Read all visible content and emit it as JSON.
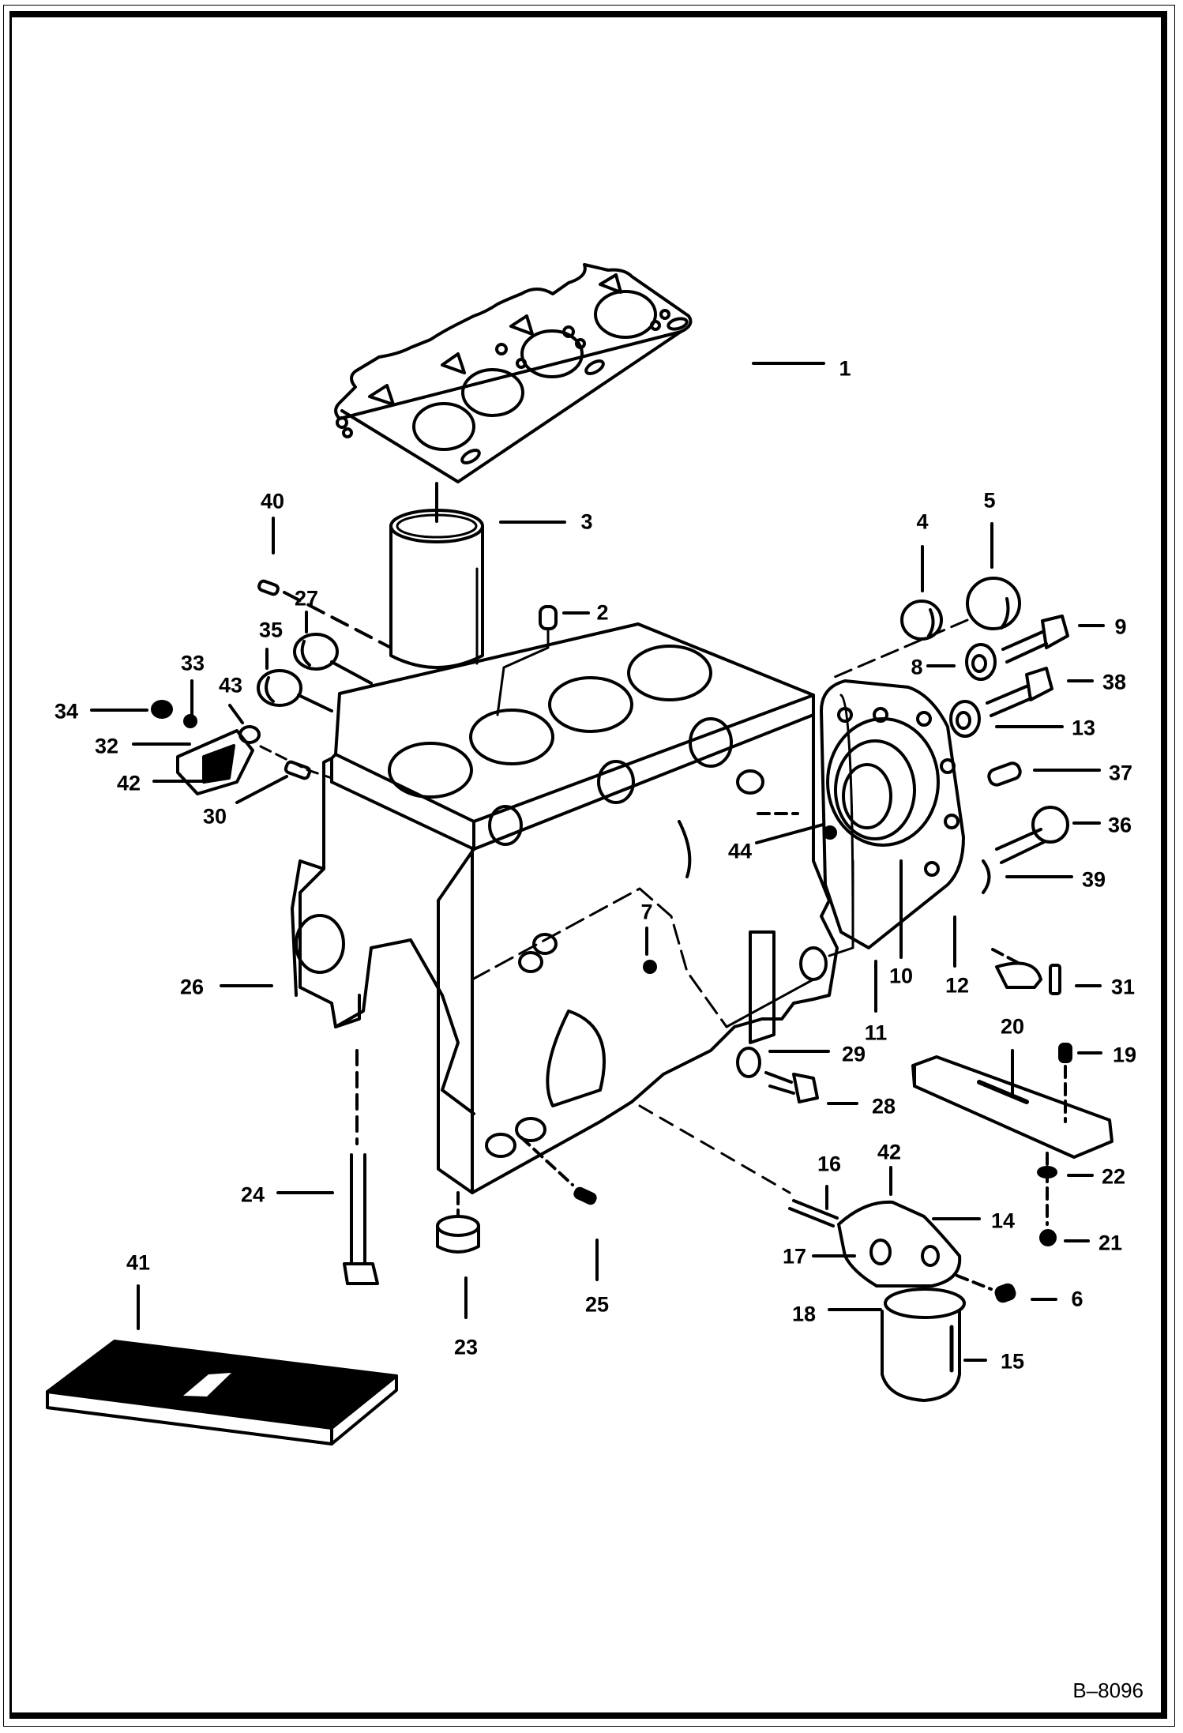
{
  "figure": {
    "title": "Engine Block Exploded View",
    "figure_id": "B–8096",
    "line_color": "#000000",
    "background": "#ffffff"
  },
  "callouts": [
    {
      "id": "1",
      "text": "1"
    },
    {
      "id": "2",
      "text": "2"
    },
    {
      "id": "3",
      "text": "3"
    },
    {
      "id": "4",
      "text": "4"
    },
    {
      "id": "5",
      "text": "5"
    },
    {
      "id": "6",
      "text": "6"
    },
    {
      "id": "7",
      "text": "7"
    },
    {
      "id": "8",
      "text": "8"
    },
    {
      "id": "9",
      "text": "9"
    },
    {
      "id": "10",
      "text": "10"
    },
    {
      "id": "11",
      "text": "11"
    },
    {
      "id": "12",
      "text": "12"
    },
    {
      "id": "13",
      "text": "13"
    },
    {
      "id": "14",
      "text": "14"
    },
    {
      "id": "15",
      "text": "15"
    },
    {
      "id": "16",
      "text": "16"
    },
    {
      "id": "17",
      "text": "17"
    },
    {
      "id": "18",
      "text": "18"
    },
    {
      "id": "19",
      "text": "19"
    },
    {
      "id": "20",
      "text": "20"
    },
    {
      "id": "21",
      "text": "21"
    },
    {
      "id": "22",
      "text": "22"
    },
    {
      "id": "23",
      "text": "23"
    },
    {
      "id": "24",
      "text": "24"
    },
    {
      "id": "25",
      "text": "25"
    },
    {
      "id": "26",
      "text": "26"
    },
    {
      "id": "27",
      "text": "27"
    },
    {
      "id": "28",
      "text": "28"
    },
    {
      "id": "29",
      "text": "29"
    },
    {
      "id": "30",
      "text": "30"
    },
    {
      "id": "31",
      "text": "31"
    },
    {
      "id": "32",
      "text": "32"
    },
    {
      "id": "33",
      "text": "33"
    },
    {
      "id": "34",
      "text": "34"
    },
    {
      "id": "35",
      "text": "35"
    },
    {
      "id": "36",
      "text": "36"
    },
    {
      "id": "37",
      "text": "37"
    },
    {
      "id": "38",
      "text": "38"
    },
    {
      "id": "39",
      "text": "39"
    },
    {
      "id": "40",
      "text": "40"
    },
    {
      "id": "41",
      "text": "41"
    },
    {
      "id": "42a",
      "text": "42"
    },
    {
      "id": "42b",
      "text": "42"
    },
    {
      "id": "43",
      "text": "43"
    },
    {
      "id": "44",
      "text": "44"
    }
  ],
  "parts": [
    {
      "callout": "1",
      "name": "head-gasket"
    },
    {
      "callout": "2",
      "name": "dowel-pin"
    },
    {
      "callout": "3",
      "name": "cylinder-liner"
    },
    {
      "callout": "4",
      "name": "plug"
    },
    {
      "callout": "5",
      "name": "plug"
    },
    {
      "callout": "9",
      "name": "bolt"
    },
    {
      "callout": "10",
      "name": "oil-seal"
    },
    {
      "callout": "11",
      "name": "gasket"
    },
    {
      "callout": "12",
      "name": "bearing-case-cover"
    },
    {
      "callout": "15",
      "name": "oil-filter"
    },
    {
      "callout": "20",
      "name": "bracket"
    },
    {
      "callout": "24",
      "name": "bolt"
    },
    {
      "callout": "26",
      "name": "crankcase"
    },
    {
      "callout": "41",
      "name": "shim-plate"
    }
  ]
}
